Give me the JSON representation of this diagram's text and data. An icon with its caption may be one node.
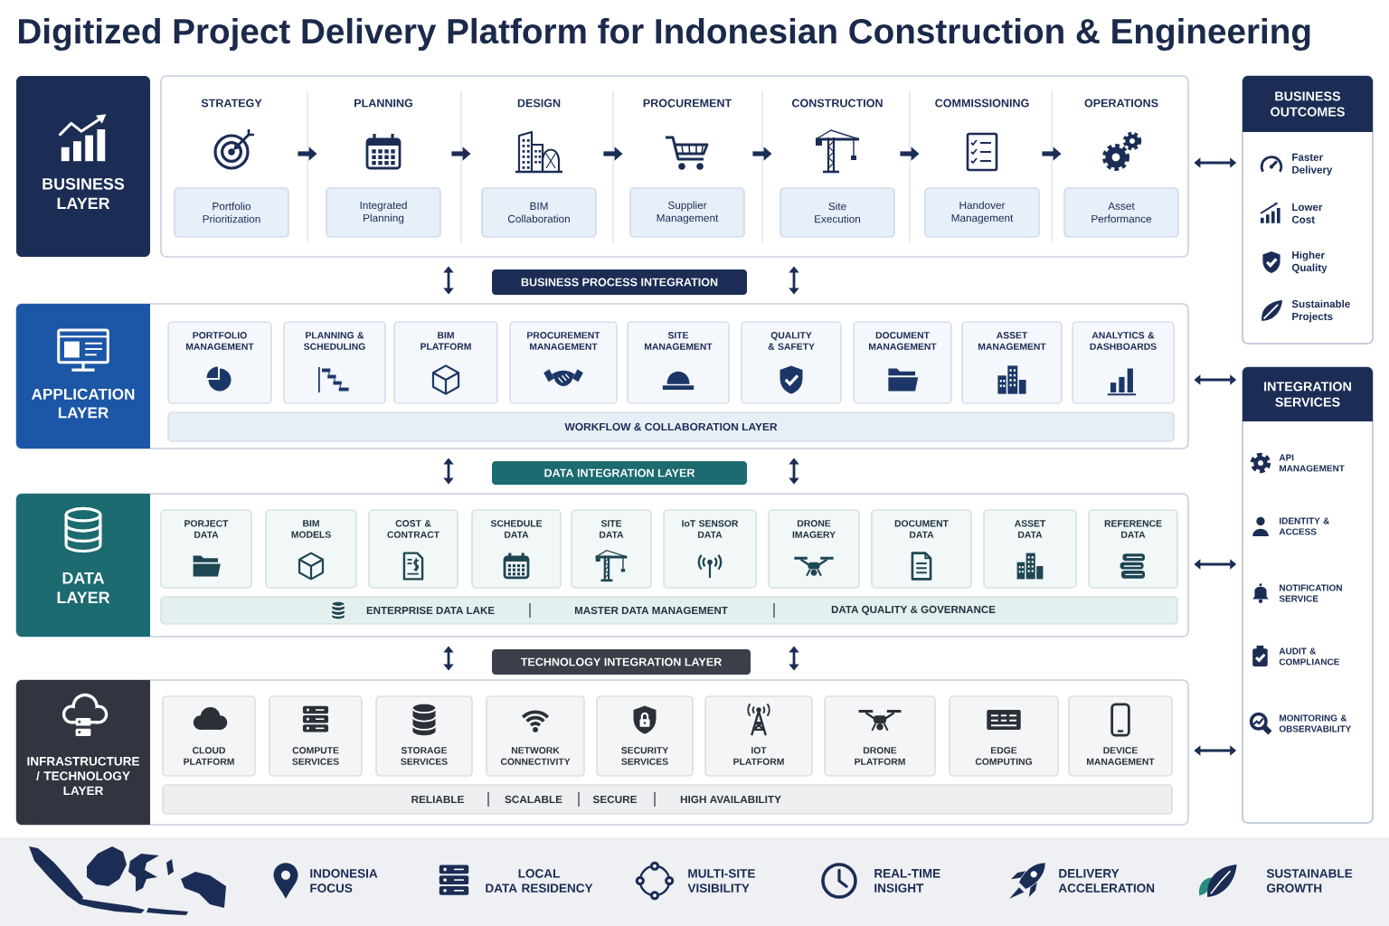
{
  "diagram": {
    "title": "Digitized Project Delivery Platform for Indonesian Construction & Engineering",
    "nodes": [
      {
        "text": [
          "BUSINESS LAYER"
        ]
      },
      {
        "text": [
          "STRATEGY",
          "Portfolio Prioritization"
        ],
        "in": 0
      },
      {
        "text": [
          "PLANNING",
          "Integrated Planning"
        ],
        "in": 0
      },
      {
        "text": [
          "DESIGN",
          "BIM Collaboration"
        ],
        "in": 0
      },
      {
        "text": [
          "PROCUREMENT",
          "Supplier Management"
        ],
        "in": 0
      },
      {
        "text": [
          "CONSTRUCTION",
          "Site Execution"
        ],
        "in": 0
      },
      {
        "text": [
          "COMMISSIONING",
          "Handover Management"
        ],
        "in": 0
      },
      {
        "text": [
          "OPERATIONS",
          "Asset Performance"
        ],
        "in": 0
      },
      {
        "text": [
          "BUSINESS PROCESS INTEGRATION"
        ]
      },
      {
        "text": [
          "APPLICATION LAYER"
        ]
      },
      {
        "text": [
          "PORTFOLIO MANAGEMENT"
        ],
        "in": 9
      },
      {
        "text": [
          "PLANNING & SCHEDULING"
        ],
        "in": 9
      },
      {
        "text": [
          "BIM PLATFORM"
        ],
        "in": 9
      },
      {
        "text": [
          "PROCUREMENT MANAGEMENT"
        ],
        "in": 9
      },
      {
        "text": [
          "SITE MANAGEMENT"
        ],
        "in": 9
      },
      {
        "text": [
          "QUALITY & SAFETY"
        ],
        "in": 9
      },
      {
        "text": [
          "DOCUMENT MANAGEMENT"
        ],
        "in": 9
      },
      {
        "text": [
          "ASSET MANAGEMENT"
        ],
        "in": 9
      },
      {
        "text": [
          "ANALYTICS & DASHBOARDS"
        ],
        "in": 9
      },
      {
        "text": [
          "WORKFLOW & COLLABORATION LAYER"
        ],
        "in": 9
      },
      {
        "text": [
          "DATA INTEGRATION LAYER"
        ]
      },
      {
        "text": [
          "DATA LAYER"
        ]
      },
      {
        "text": [
          "PORJECT DATA"
        ],
        "in": 21
      },
      {
        "text": [
          "BIM MODELS"
        ],
        "in": 21
      },
      {
        "text": [
          "COST & CONTRACT"
        ],
        "in": 21
      },
      {
        "text": [
          "SCHEDULE DATA"
        ],
        "in": 21
      },
      {
        "text": [
          "SITE DATA"
        ],
        "in": 21
      },
      {
        "text": [
          "IoT SENSOR DATA"
        ],
        "in": 21
      },
      {
        "text": [
          "DRONE IMAGERY"
        ],
        "in": 21
      },
      {
        "text": [
          "DOCUMENT DATA"
        ],
        "in": 21
      },
      {
        "text": [
          "ASSET DATA"
        ],
        "in": 21
      },
      {
        "text": [
          "REFERENCE DATA"
        ],
        "in": 21
      },
      {
        "text": [
          "ENTERPRISE DATA LAKE",
          "MASTER DATA MANAGEMENT",
          "DATA QUALITY & GOVERNANCE"
        ],
        "in": 21
      },
      {
        "text": [
          "TECHNOLOGY INTEGRATION LAYER"
        ]
      },
      {
        "text": [
          "INFRASTRUCTURE / TECHNOLOGY LAYER"
        ]
      },
      {
        "text": [
          "CLOUD PLATFORM"
        ],
        "in": 34
      },
      {
        "text": [
          "COMPUTE SERVICES"
        ],
        "in": 34
      },
      {
        "text": [
          "STORAGE SERVICES"
        ],
        "in": 34
      },
      {
        "text": [
          "NETWORK CONNECTIVITY"
        ],
        "in": 34
      },
      {
        "text": [
          "SECURITY SERVICES"
        ],
        "in": 34
      },
      {
        "text": [
          "IOT PLATFORM"
        ],
        "in": 34
      },
      {
        "text": [
          "DRONE PLATFORM"
        ],
        "in": 34
      },
      {
        "text": [
          "EDGE COMPUTING"
        ],
        "in": 34
      },
      {
        "text": [
          "DEVICE MANAGEMENT"
        ],
        "in": 34
      },
      {
        "text": [
          "RELIABLE",
          "SCALABLE",
          "SECURE",
          "HIGH AVAILABILITY"
        ],
        "in": 34
      },
      {
        "text": [
          "BUSINESS OUTCOMES",
          "Faster Delivery",
          "Lower Cost",
          "Higher Quality",
          "Sustainable Projects"
        ]
      },
      {
        "text": [
          "INTEGRATION SERVICES",
          "API MANAGEMENT",
          "IDENTITY & ACCESS",
          "NOTIFICATION SERVICE",
          "AUDIT & COMPLIANCE",
          "MONITORING & OBSERVABILITY"
        ]
      },
      {
        "text": [
          "INDONESIA FOCUS",
          "LOCAL DATA RESIDENCY",
          "MULTI-SITE VISIBILITY",
          "REAL-TIME INSIGHT",
          "DELIVERY ACCELERATION",
          "SUSTAINABLE GROWTH"
        ]
      }
    ],
    "edges": [
      {
        "from": 1,
        "to": 2,
        "arrow": "to"
      },
      {
        "from": 2,
        "to": 3,
        "arrow": "to"
      },
      {
        "from": 3,
        "to": 4,
        "arrow": "to"
      },
      {
        "from": 4,
        "to": 5,
        "arrow": "to"
      },
      {
        "from": 5,
        "to": 6,
        "arrow": "to"
      },
      {
        "from": 6,
        "to": 7,
        "arrow": "to"
      },
      {
        "from": 0,
        "to": 9,
        "arrow": "both"
      },
      {
        "from": 0,
        "to": 9,
        "arrow": "both"
      },
      {
        "from": 9,
        "to": 21,
        "arrow": "both"
      },
      {
        "from": 9,
        "to": 21,
        "arrow": "both"
      },
      {
        "from": 21,
        "to": 34,
        "arrow": "both"
      },
      {
        "from": 21,
        "to": 34,
        "arrow": "both"
      },
      {
        "from": 0,
        "to": 45,
        "arrow": "both"
      },
      {
        "from": 9,
        "to": 46,
        "arrow": "both"
      },
      {
        "from": 21,
        "to": 46,
        "arrow": "both"
      },
      {
        "from": 34,
        "to": 46,
        "arrow": "both"
      }
    ]
  }
}
